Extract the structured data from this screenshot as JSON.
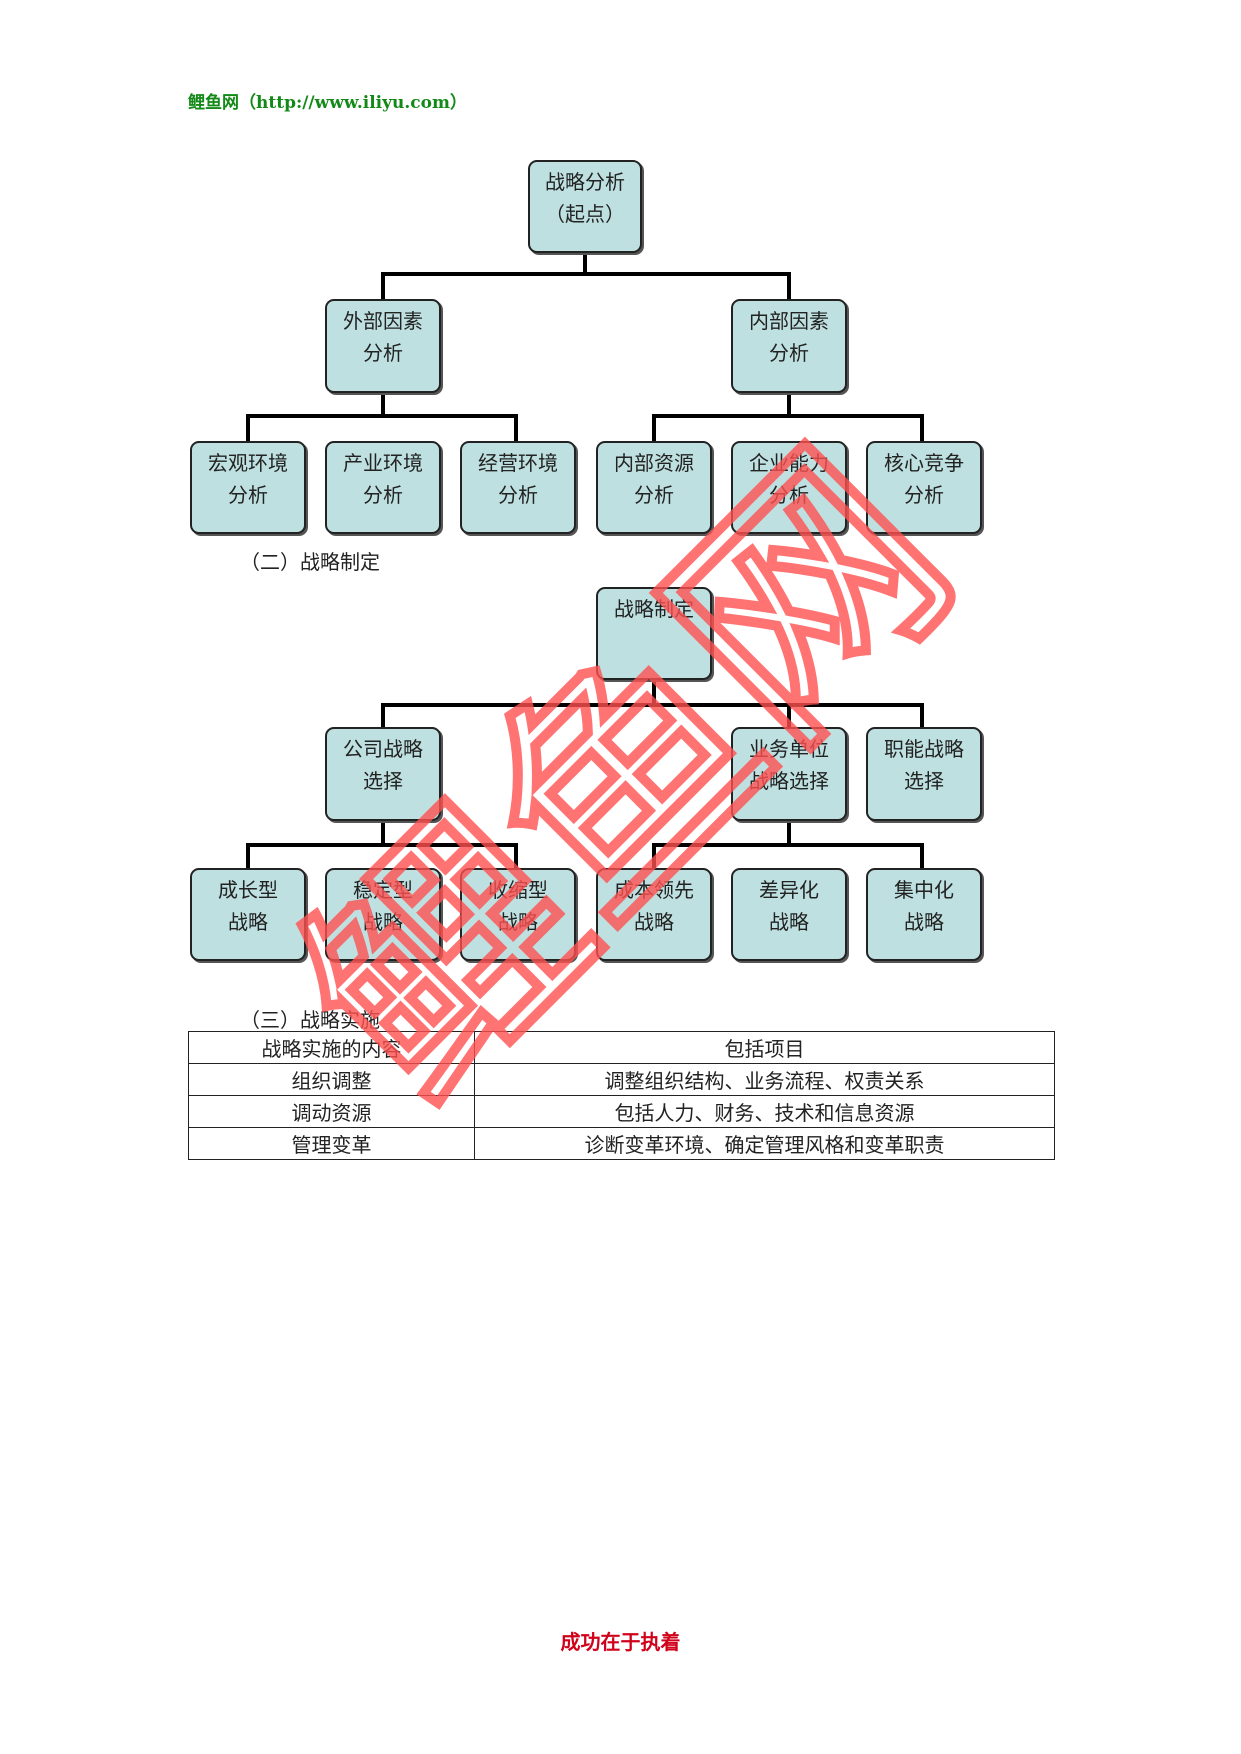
{
  "header": {
    "site": "鲤鱼网（http://www.iliyu.com）"
  },
  "analysis": {
    "root": "战略分析\n（起点）",
    "level1": [
      "外部因素\n分析",
      "内部因素\n分析"
    ],
    "level2": [
      "宏观环境\n分析",
      "产业环境\n分析",
      "经营环境\n分析",
      "内部资源\n分析",
      "企业能力\n分析",
      "核心竞争\n分析"
    ]
  },
  "formulation": {
    "section_title": "（二）战略制定",
    "root": "战略制定",
    "level1": [
      "公司战略\n选择",
      "业务单位\n战略选择",
      "职能战略\n选择"
    ],
    "level2": [
      "成长型\n战略",
      "稳定型\n战略",
      "收缩型\n战略",
      "成本领先\n战略",
      "差异化\n战略",
      "集中化\n战略"
    ]
  },
  "implementation": {
    "section_title": "（三）战略实施",
    "headers": [
      "战略实施的内容",
      "包括项目"
    ],
    "rows": [
      [
        "组织调整",
        "调整组织结构、业务流程、权责关系"
      ],
      [
        "调动资源",
        "包括人力、财务、技术和信息资源"
      ],
      [
        "管理变革",
        "诊断变革环境、确定管理风格和变革职责"
      ]
    ]
  },
  "watermark": {
    "text": "鲤鱼网",
    "color": "#ff5050"
  },
  "footer": {
    "text": "成功在于执着"
  },
  "colors": {
    "node_fill": "#bfe0e0",
    "header_green": "#138a18",
    "footer_red": "#d0021b"
  }
}
